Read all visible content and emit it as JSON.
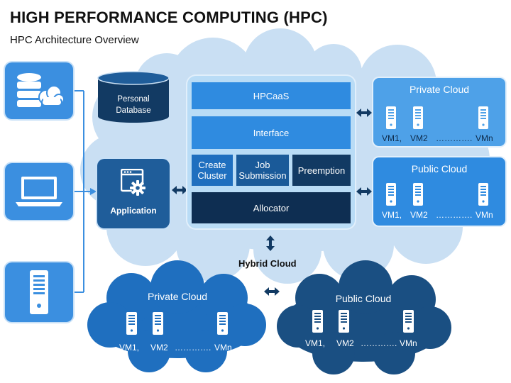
{
  "header": {
    "title": "HIGH PERFORMANCE COMPUTING (HPC)",
    "subtitle": "HPC Architecture Overview"
  },
  "left": {
    "tiles": [
      {
        "icon": "database-cloud-icon"
      },
      {
        "icon": "laptop-icon"
      },
      {
        "icon": "server-icon"
      }
    ],
    "database": {
      "line1": "Personal",
      "line2": "Database"
    },
    "application": {
      "label": "Application",
      "icon": "gear-window-icon"
    }
  },
  "hpc": {
    "hpcaas": "HPCaaS",
    "interface": "Interface",
    "create_cluster": {
      "line1": "Create",
      "line2": "Cluster"
    },
    "job_submission": {
      "line1": "Job",
      "line2": "Submission"
    },
    "preemption": "Preemption",
    "allocator": "Allocator"
  },
  "right_clouds": {
    "private": {
      "title": "Private Cloud",
      "vm1": "VM1,",
      "vm2": "VM2",
      "dots": "………….",
      "vmn": "VMn"
    },
    "public": {
      "title": "Public Cloud",
      "vm1": "VM1,",
      "vm2": "VM2",
      "dots": "………….",
      "vmn": "VMn"
    }
  },
  "hybrid_label": "Hybrid Cloud",
  "bottom_clouds": {
    "private": {
      "title": "Private Cloud",
      "vm1": "VM1,",
      "vm2": "VM2",
      "dots": "………….",
      "vmn": "VMn"
    },
    "public": {
      "title": "Public Cloud",
      "vm1": "VM1,",
      "vm2": "VM2",
      "dots": "………….",
      "vmn": "VMn"
    }
  },
  "colors": {
    "cloud_light": "#c9dff3",
    "tile_blue": "#3b8fe0",
    "dark_navy": "#123a63",
    "mid_blue": "#1f5d9a",
    "bright_blue": "#2f8be0",
    "bottom_navy": "#1a4f82"
  }
}
